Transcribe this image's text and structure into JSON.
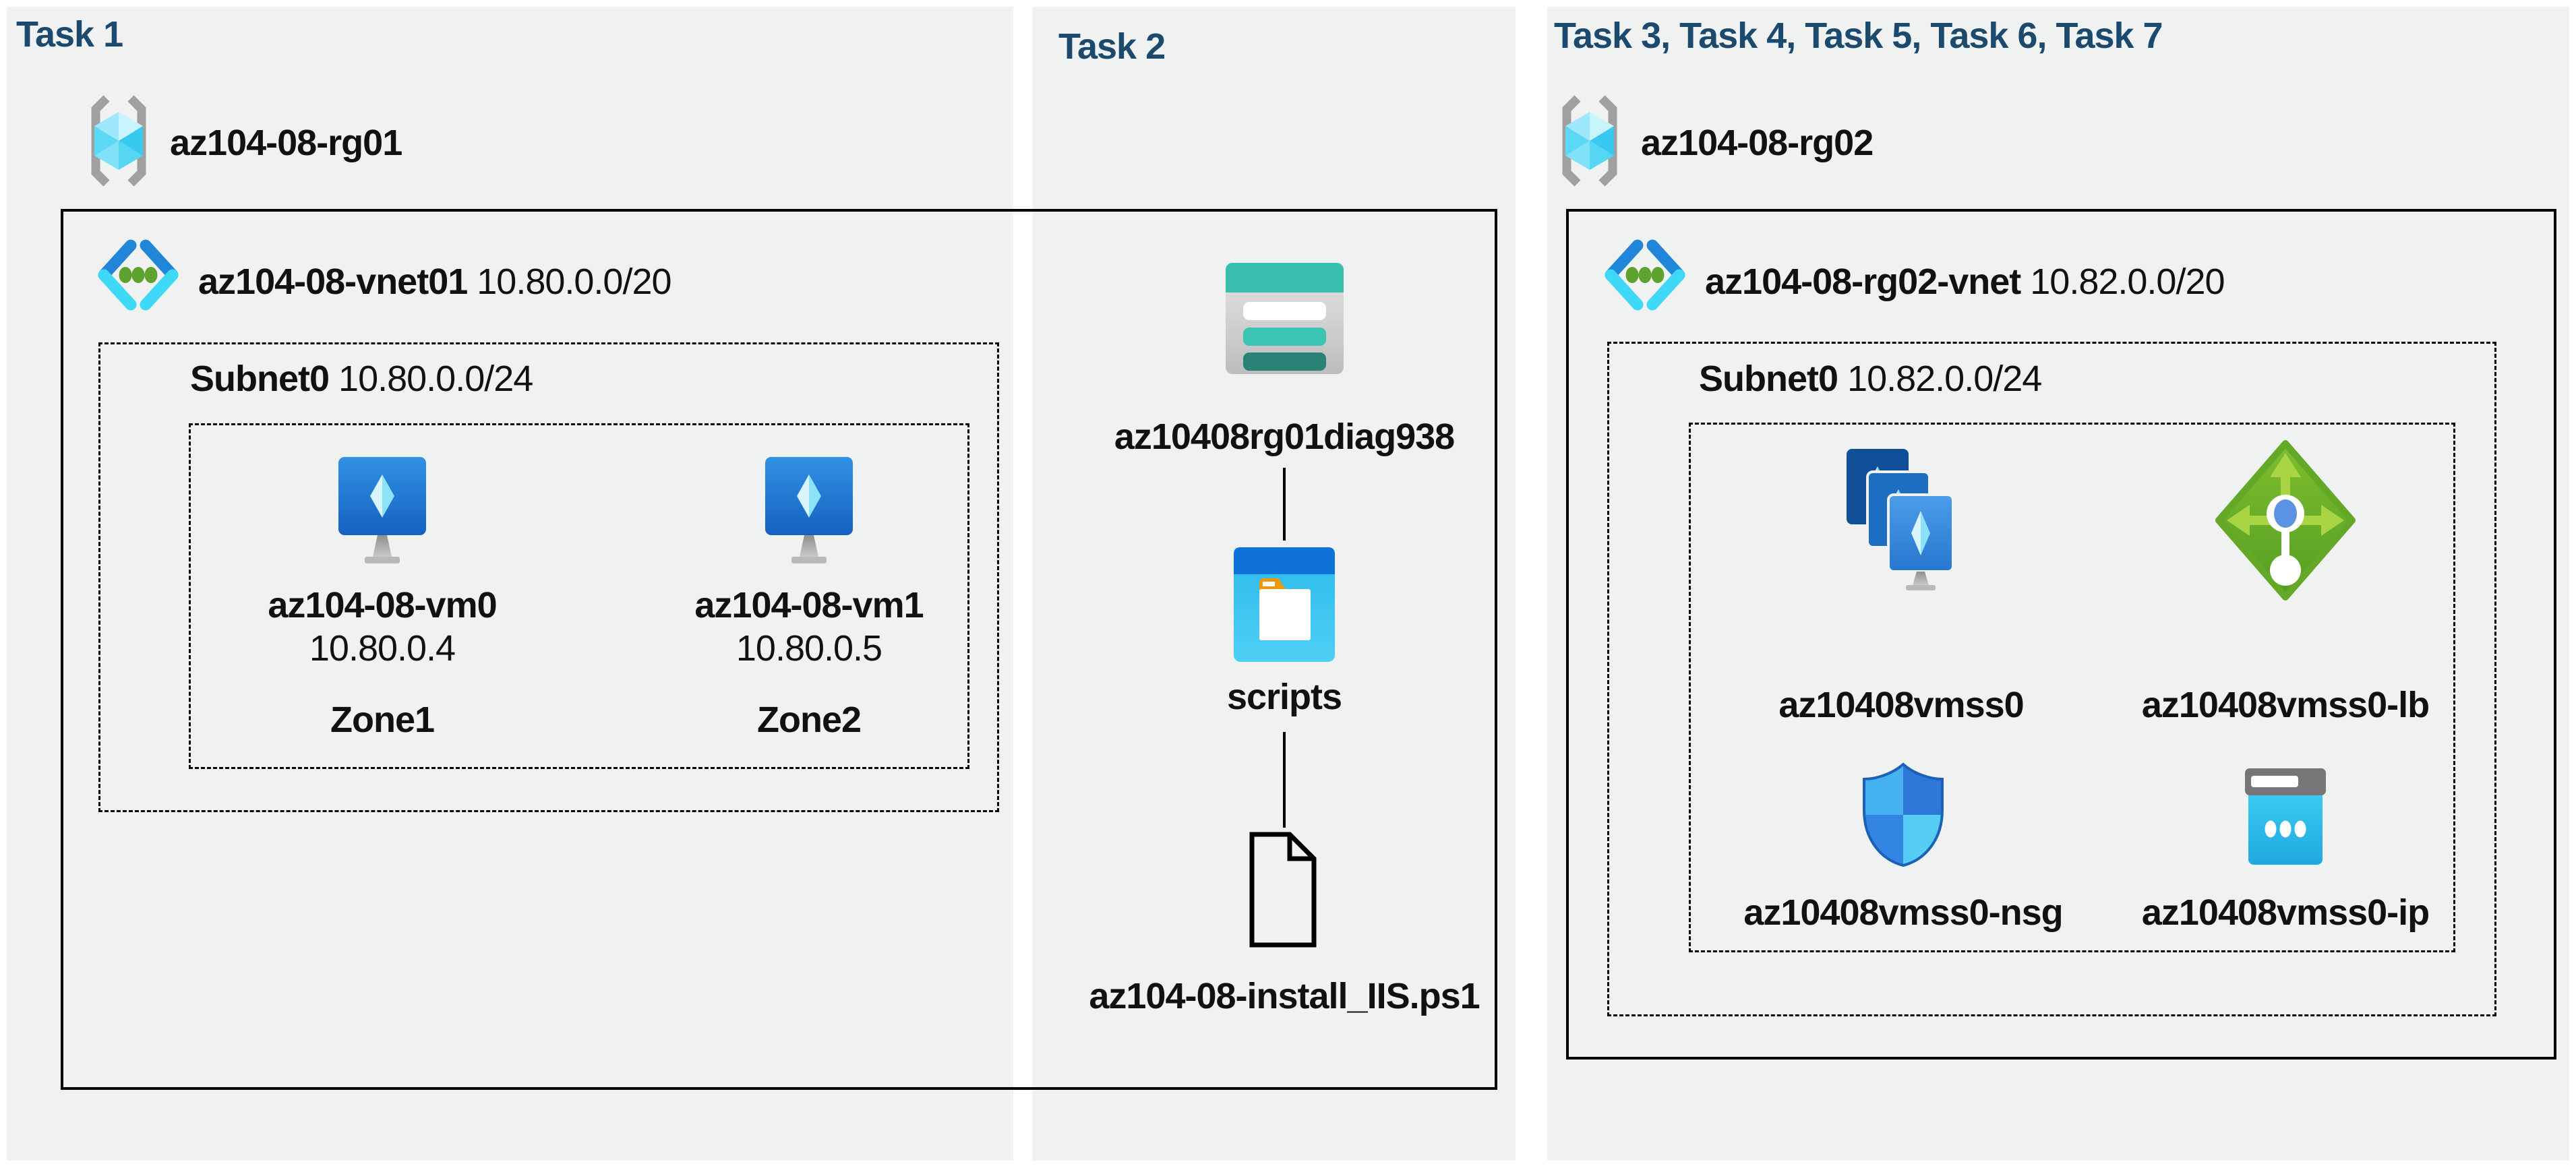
{
  "page": {
    "background": "#FFFFFF",
    "panel_background": "#F0F1F1",
    "title_color": "#1C4A6E"
  },
  "task1": {
    "title": "Task 1",
    "resource_group": {
      "icon": "resource-group-icon",
      "name": "az104-08-rg01"
    },
    "vnet": {
      "icon": "virtual-network-icon",
      "name": "az104-08-vnet01",
      "cidr": "10.80.0.0/20"
    },
    "subnet": {
      "name": "Subnet0",
      "cidr": "10.80.0.0/24"
    },
    "vms": [
      {
        "icon": "virtual-machine-icon",
        "name": "az104-08-vm0",
        "ip": "10.80.0.4",
        "zone": "Zone1"
      },
      {
        "icon": "virtual-machine-icon",
        "name": "az104-08-vm1",
        "ip": "10.80.0.5",
        "zone": "Zone2"
      }
    ]
  },
  "task2": {
    "title": "Task 2",
    "storage_account": {
      "icon": "storage-account-icon",
      "name": "az10408rg01diag938"
    },
    "folder": {
      "icon": "folder-icon",
      "name": "scripts"
    },
    "script_file": {
      "icon": "file-icon",
      "name": "az104-08-install_IIS.ps1"
    }
  },
  "task3": {
    "title": "Task 3, Task 4, Task 5, Task 6, Task 7",
    "resource_group": {
      "icon": "resource-group-icon",
      "name": "az104-08-rg02"
    },
    "vnet": {
      "icon": "virtual-network-icon",
      "name": "az104-08-rg02-vnet",
      "cidr": "10.82.0.0/20"
    },
    "subnet": {
      "name": "Subnet0",
      "cidr": "10.82.0.0/24"
    },
    "resources": [
      {
        "icon": "vm-scale-set-icon",
        "name": "az10408vmss0"
      },
      {
        "icon": "load-balancer-icon",
        "name": "az10408vmss0-lb"
      },
      {
        "icon": "network-security-group-icon",
        "name": "az10408vmss0-nsg"
      },
      {
        "icon": "public-ip-icon",
        "name": "az10408vmss0-ip"
      }
    ]
  }
}
